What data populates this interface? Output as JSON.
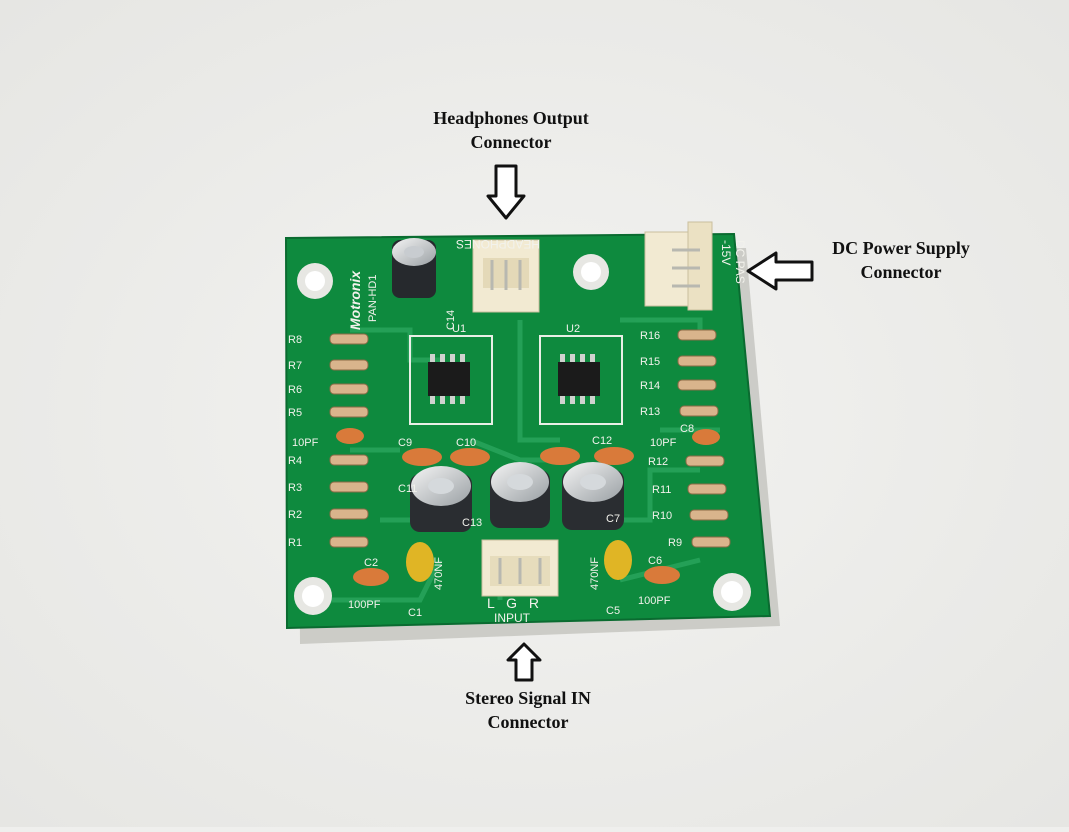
{
  "callouts": {
    "headphones": {
      "line1": "Headphones Output",
      "line2": "Connector"
    },
    "dc_power": {
      "line1": "DC Power Supply",
      "line2": "Connector"
    },
    "input": {
      "line1": "Stereo Signal IN",
      "line2": "Connector"
    }
  },
  "board": {
    "brand": "Motronix",
    "model": "PAN-HD1",
    "headphones_silk": "HEADPHONES",
    "dc_silk_1": "DC PAS",
    "dc_silk_2": "-15V",
    "input_silk": "INPUT",
    "lgr": "L G R",
    "u1": "U1",
    "u2": "U2",
    "left_resistors": [
      "R8",
      "R7",
      "R6",
      "R5",
      "10PF",
      "R4",
      "R3",
      "R2",
      "R1"
    ],
    "right_resistors": [
      "R16",
      "R15",
      "R14",
      "R13",
      "C8",
      "10PF",
      "R12",
      "R11",
      "R10",
      "R9"
    ],
    "c9": "C9",
    "c10": "C10",
    "c11": "C11",
    "c12": "C12",
    "c13": "C13",
    "c7": "C7",
    "c14": "C14",
    "c1": "C1",
    "c2": "C2",
    "c5": "C5",
    "c6": "C6",
    "cap_470nf": "470NF",
    "cap_100pf": "100PF"
  },
  "colors": {
    "pcb": "#0e8a3e",
    "background": "#efefed"
  }
}
